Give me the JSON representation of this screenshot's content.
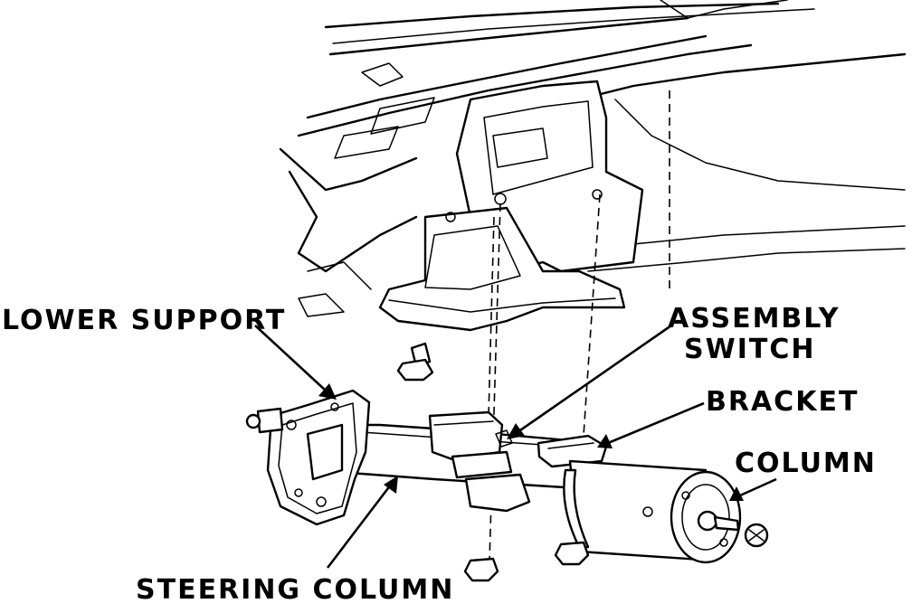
{
  "labels": {
    "lower_support": "LOWER SUPPORT",
    "assembly": "ASSEMBLY",
    "switch": "SWITCH",
    "bracket": "BRACKET",
    "column": "COLUMN",
    "steering_column": "STEERING COLUMN"
  }
}
